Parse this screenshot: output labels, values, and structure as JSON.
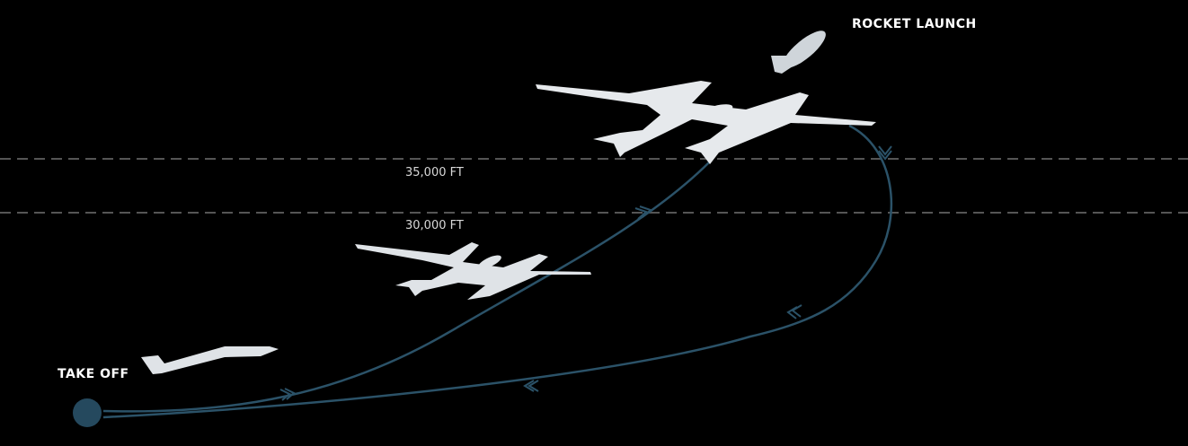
{
  "labels": {
    "take_off": "TAKE OFF",
    "rocket_launch": "ROCKET LAUNCH",
    "altitude_high": "35,000 FT",
    "altitude_low": "30,000 FT"
  },
  "colors": {
    "background": "#000000",
    "flight_path": "#2b5268",
    "start_marker": "#25495e",
    "altitude_line": "#555555",
    "aircraft": "#e6e9ec"
  }
}
